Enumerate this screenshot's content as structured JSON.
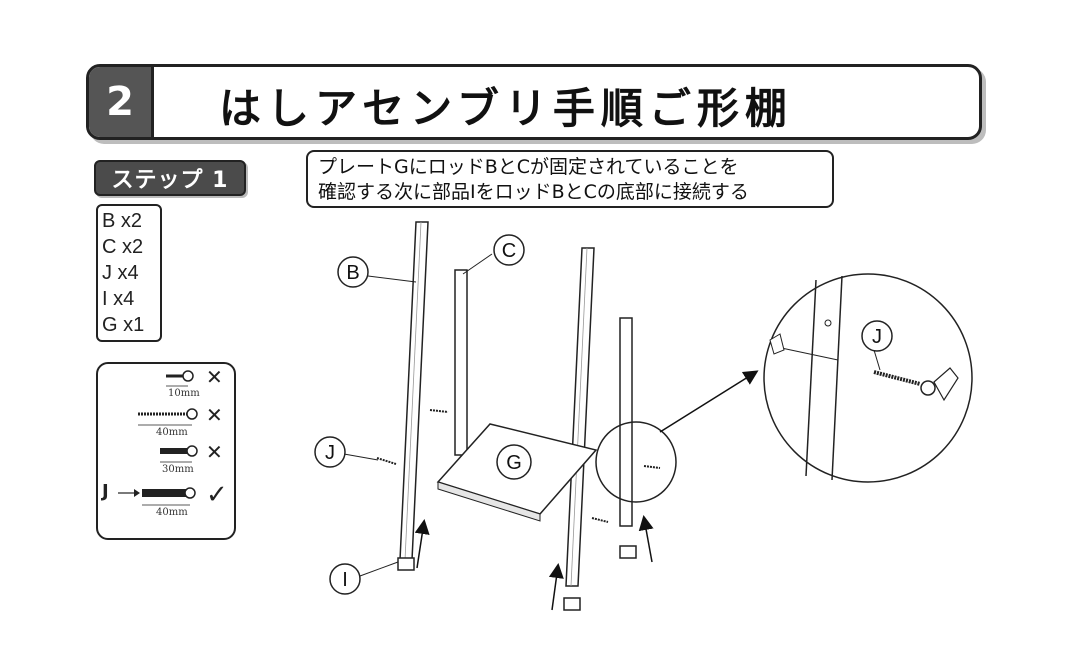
{
  "title": {
    "step_number": "2",
    "text": "はしアセンブリ手順ご形棚"
  },
  "step_badge": "ステップ 1",
  "parts": [
    "B x2",
    "C x2",
    "J x4",
    "I x4",
    "G x1"
  ],
  "screws": [
    {
      "size": "10mm",
      "mark": "✕"
    },
    {
      "size": "40mm",
      "mark": "✕"
    },
    {
      "size": "30mm",
      "mark": "✕"
    },
    {
      "size": "40mm",
      "mark": "✓",
      "label": "J"
    }
  ],
  "instruction": {
    "line1": "プレートGにロッドBとCが固定されていることを",
    "line2": "確認する次に部品IをロッドBとCの底部に接続する"
  },
  "diagram_labels": {
    "B": "B",
    "C": "C",
    "J": "J",
    "G": "G",
    "I": "I",
    "J_detail": "J"
  }
}
